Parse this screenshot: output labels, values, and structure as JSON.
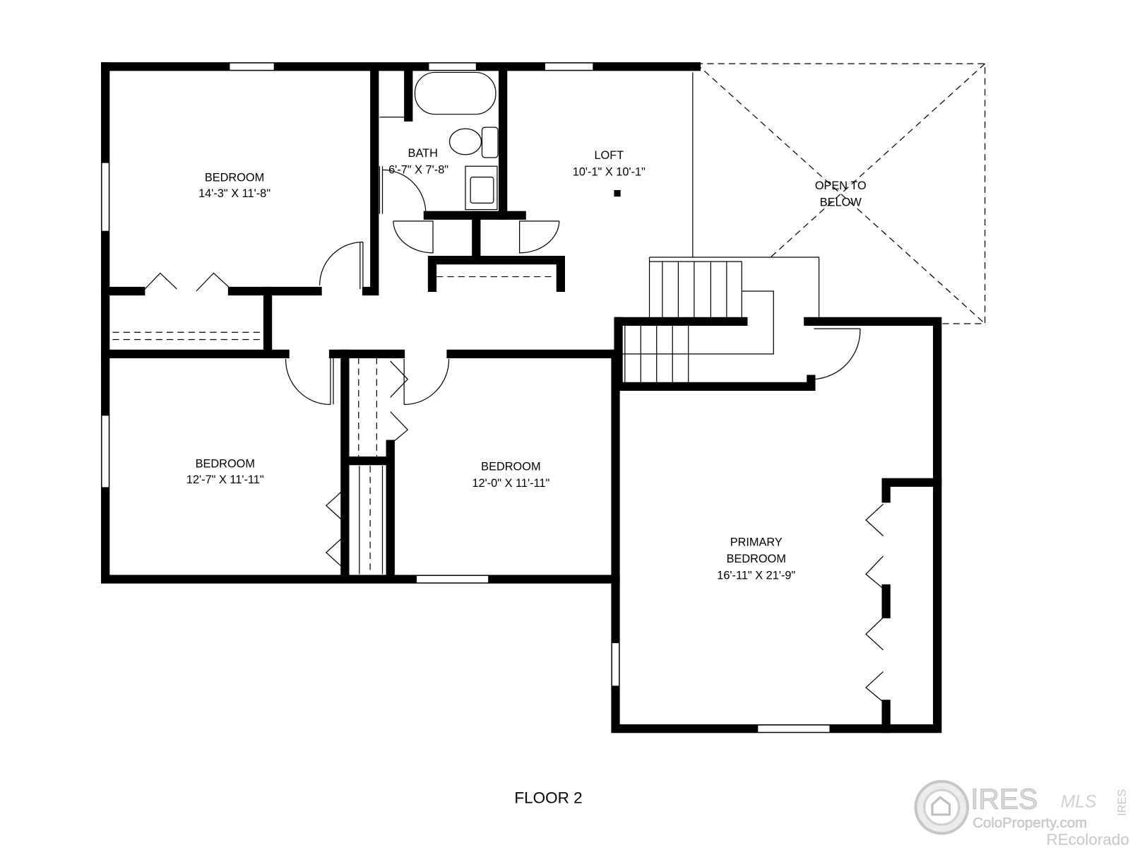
{
  "plan_title": "FLOOR 2",
  "rooms": [
    {
      "name": "BEDROOM",
      "dims": "14'-3\" X 11'-8\""
    },
    {
      "name": "BATH",
      "dims": "6'-7\" X 7'-8\""
    },
    {
      "name": "LOFT",
      "dims": "10'-1\" X 10'-1\""
    },
    {
      "name_line1": "OPEN TO",
      "name_line2": "BELOW"
    },
    {
      "name": "BEDROOM",
      "dims": "12'-7\" X 11'-11\""
    },
    {
      "name": "BEDROOM",
      "dims": "12'-0\" X 11'-11\""
    },
    {
      "name_line1": "PRIMARY",
      "name_line2": "BEDROOM",
      "dims": "16'-11\" X 21'-9\""
    }
  ],
  "watermark": {
    "brand": "IRES",
    "script": "MLS",
    "site": "ColoProperty.com",
    "partner": "REcolorado",
    "side": "IRES"
  }
}
